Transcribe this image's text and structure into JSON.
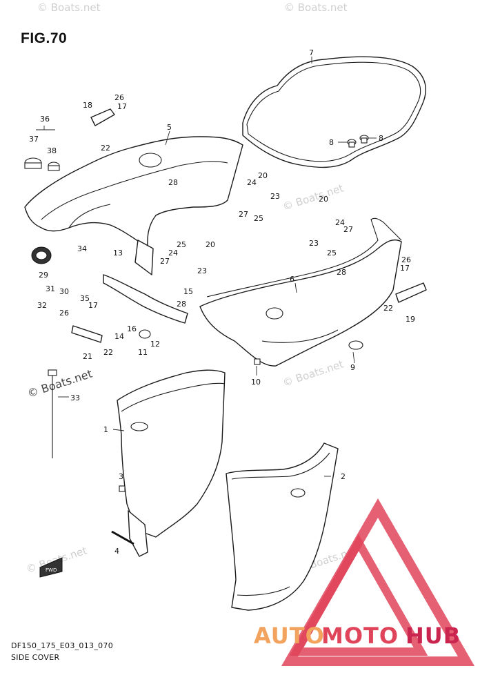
{
  "figure": {
    "title": "FIG.70",
    "drawing_code": "DF150_175_E03_013_070",
    "section_name": "SIDE COVER"
  },
  "watermarks": {
    "site": "© Boats.net"
  },
  "brand_logo": {
    "part_a": "AUTO",
    "part_b": "MOTO",
    "part_c": "HUB",
    "color_a": "#f2a35e",
    "color_b": "#e0445a",
    "color_c": "#c9254f",
    "triangle_color": "#e0445a"
  },
  "fwd_arrow": {
    "label": "FWD"
  },
  "callouts": {
    "c1": "1",
    "c2": "2",
    "c3": "3",
    "c4": "4",
    "c5": "5",
    "c6": "6",
    "c7": "7",
    "c8a": "8",
    "c8b": "8",
    "c9": "9",
    "c10": "10",
    "c11": "11",
    "c12": "12",
    "c13": "13",
    "c14": "14",
    "c15": "15",
    "c16": "16",
    "c17a": "17",
    "c17b": "17",
    "c17c": "17",
    "c18": "18",
    "c19": "19",
    "c20a": "20",
    "c20b": "20",
    "c20c": "20",
    "c21": "21",
    "c22a": "22",
    "c22b": "22",
    "c22c": "22",
    "c23a": "23",
    "c23b": "23",
    "c23c": "23",
    "c24a": "24",
    "c24b": "24",
    "c24c": "24",
    "c25a": "25",
    "c25b": "25",
    "c25c": "25",
    "c26a": "26",
    "c26b": "26",
    "c26c": "26",
    "c27a": "27",
    "c27b": "27",
    "c27c": "27",
    "c28a": "28",
    "c28b": "28",
    "c28c": "28",
    "c29": "29",
    "c30": "30",
    "c31": "31",
    "c32": "32",
    "c33": "33",
    "c34": "34",
    "c35": "35",
    "c36": "36",
    "c37": "37",
    "c38": "38"
  }
}
